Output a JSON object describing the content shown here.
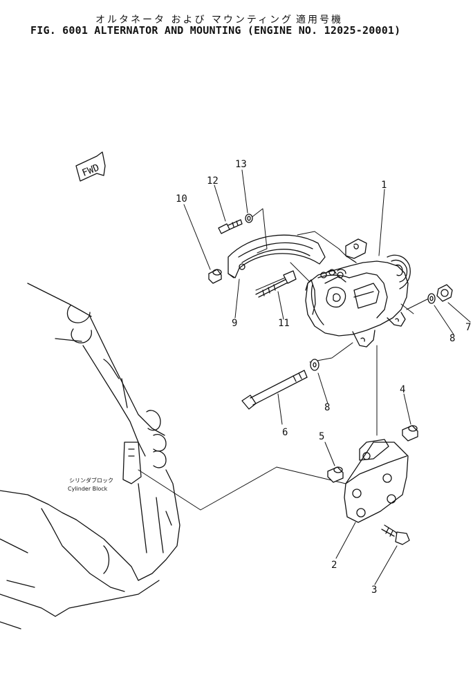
{
  "header": {
    "jp_title": "オルタネータ および マウンティング",
    "jp_models": "適用号機",
    "en_title": "FIG. 6001 ALTERNATOR AND MOUNTING (ENGINE NO. 12025-20001)"
  },
  "fwd_label": "FWD",
  "cylinder_block": {
    "jp": "シリンダブロック",
    "en": "Cylinder Block"
  },
  "callouts": [
    "1",
    "2",
    "3",
    "4",
    "5",
    "6",
    "7",
    "8",
    "8",
    "9",
    "10",
    "11",
    "12",
    "13"
  ]
}
